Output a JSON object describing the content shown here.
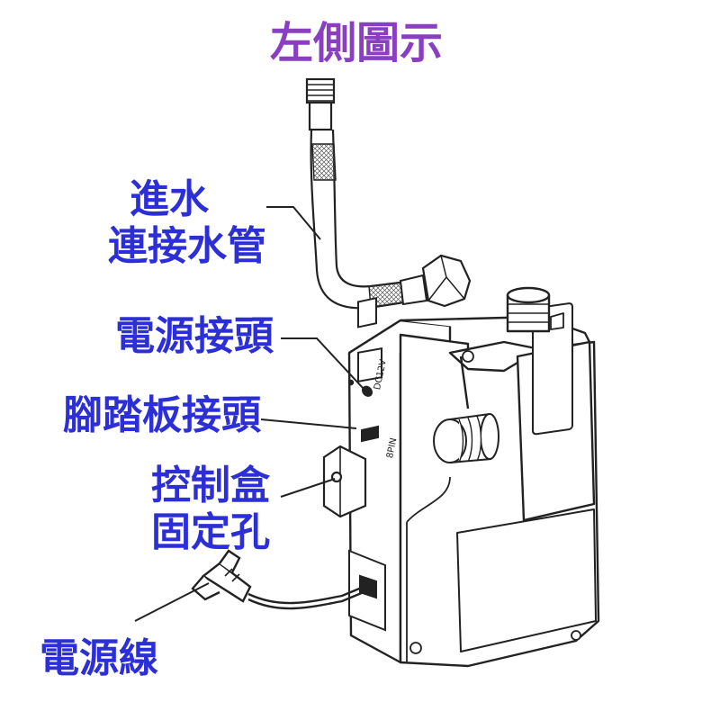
{
  "title": "左側圖示",
  "labels": {
    "inlet_hose": [
      "進水",
      "連接水管"
    ],
    "power_connector": "電源接頭",
    "pedal_connector": "腳踏板接頭",
    "mount_hole": [
      "控制盒",
      "固定孔"
    ],
    "power_cable": "電源線"
  },
  "device_marks": {
    "dc_rating": "DC12V",
    "pin_label": "8PIN"
  },
  "colors": {
    "title": "#8a3fc0",
    "label": "#2d2fd6",
    "line": "#222222"
  }
}
